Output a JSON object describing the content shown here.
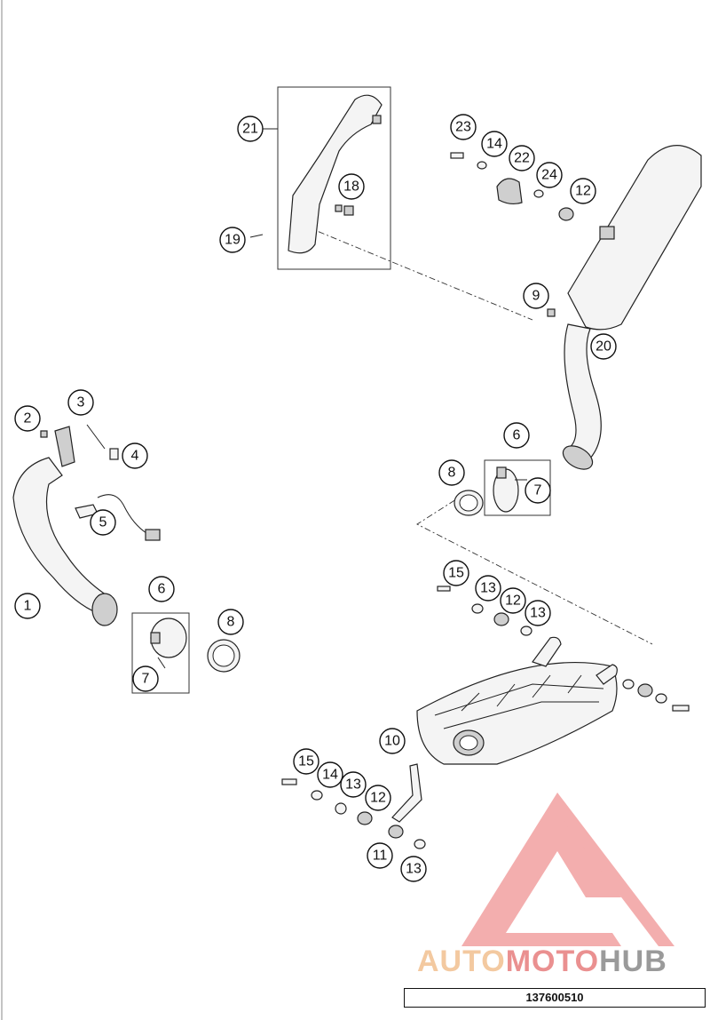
{
  "diagram": {
    "drawing_number": "137600510",
    "callouts": [
      {
        "id": "c21",
        "label": "21"
      },
      {
        "id": "c19",
        "label": "19"
      },
      {
        "id": "c18",
        "label": "18"
      },
      {
        "id": "c23",
        "label": "23"
      },
      {
        "id": "c14a",
        "label": "14"
      },
      {
        "id": "c22",
        "label": "22"
      },
      {
        "id": "c24",
        "label": "24"
      },
      {
        "id": "c12a",
        "label": "12"
      },
      {
        "id": "c9",
        "label": "9"
      },
      {
        "id": "c20",
        "label": "20"
      },
      {
        "id": "c2",
        "label": "2"
      },
      {
        "id": "c3",
        "label": "3"
      },
      {
        "id": "c4",
        "label": "4"
      },
      {
        "id": "c5",
        "label": "5"
      },
      {
        "id": "c1",
        "label": "1"
      },
      {
        "id": "c6a",
        "label": "6"
      },
      {
        "id": "c7a",
        "label": "7"
      },
      {
        "id": "c8a",
        "label": "8"
      },
      {
        "id": "c6b",
        "label": "6"
      },
      {
        "id": "c7b",
        "label": "7"
      },
      {
        "id": "c8b",
        "label": "8"
      },
      {
        "id": "c15a",
        "label": "15"
      },
      {
        "id": "c13a",
        "label": "13"
      },
      {
        "id": "c12b",
        "label": "12"
      },
      {
        "id": "c13b",
        "label": "13"
      },
      {
        "id": "c10",
        "label": "10"
      },
      {
        "id": "c15b",
        "label": "15"
      },
      {
        "id": "c14b",
        "label": "14"
      },
      {
        "id": "c13c",
        "label": "13"
      },
      {
        "id": "c12c",
        "label": "12"
      },
      {
        "id": "c11",
        "label": "11"
      },
      {
        "id": "c13d",
        "label": "13"
      }
    ]
  },
  "watermark": {
    "word1": "AUTO",
    "word2": "MOTO",
    "word3": "HUB",
    "colors": {
      "triangle": "#f2a0a0",
      "auto": "#f3c9a0",
      "moto": "#ea9090",
      "hub": "#9a9a9a"
    }
  }
}
